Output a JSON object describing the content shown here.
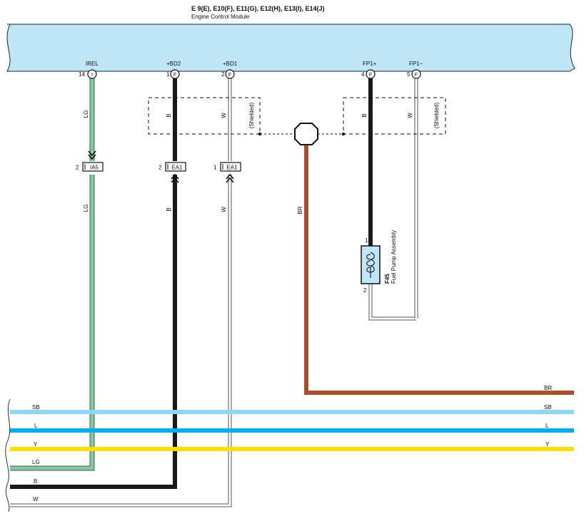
{
  "header": {
    "connectors": "E 9(E), E10(F), E11(G), E12(H), E13(I), E14(J)",
    "module_name": "Engine Control Module"
  },
  "ecm_pins": [
    {
      "name": "IREL",
      "number": "14",
      "letter": "I"
    },
    {
      "name": "+BD2",
      "number": "1",
      "letter": "F"
    },
    {
      "name": "+BD1",
      "number": "2",
      "letter": "F"
    },
    {
      "name": "FP1+",
      "number": "4",
      "letter": "F"
    },
    {
      "name": "FP1−",
      "number": "5",
      "letter": "F"
    }
  ],
  "wire_colors": {
    "LG": "#7ecba1",
    "B": "#1a1a1a",
    "W": "#ffffff",
    "BR": "#a9502f",
    "SB": "#8fd8f5",
    "L": "#00aeef",
    "Y": "#ffe000",
    "shield": "#111111",
    "ecm_fill": "#bfe6f7"
  },
  "wire_labels": {
    "irel_upper": "LG",
    "irel_lower": "LG",
    "bd2_upper": "B",
    "bd2_lower": "B",
    "bd1_upper": "W",
    "bd1_lower": "W",
    "shield_ground": "BR",
    "fp_plus": "B",
    "fp_minus": "W"
  },
  "shield_labels": {
    "left": "(Shielded)",
    "right": "(Shielded)"
  },
  "inline_connectors": [
    {
      "pin": "2",
      "id": "IA5"
    },
    {
      "pin": "2",
      "id": "EA1"
    },
    {
      "pin": "1",
      "id": "EA1"
    }
  ],
  "fuel_pump": {
    "code": "F45",
    "name": "Fuel Pump Assembly",
    "pin_top": "1",
    "pin_bottom": "2"
  },
  "bus": {
    "BR": {
      "left": "",
      "right": "BR"
    },
    "SB": {
      "left": "SB",
      "right": "SB"
    },
    "L": {
      "left": "L",
      "right": "L"
    },
    "Y": {
      "left": "Y",
      "right": "Y"
    },
    "LG": {
      "left": "LG",
      "right": ""
    },
    "B": {
      "left": "B",
      "right": ""
    },
    "W": {
      "left": "W",
      "right": ""
    }
  }
}
